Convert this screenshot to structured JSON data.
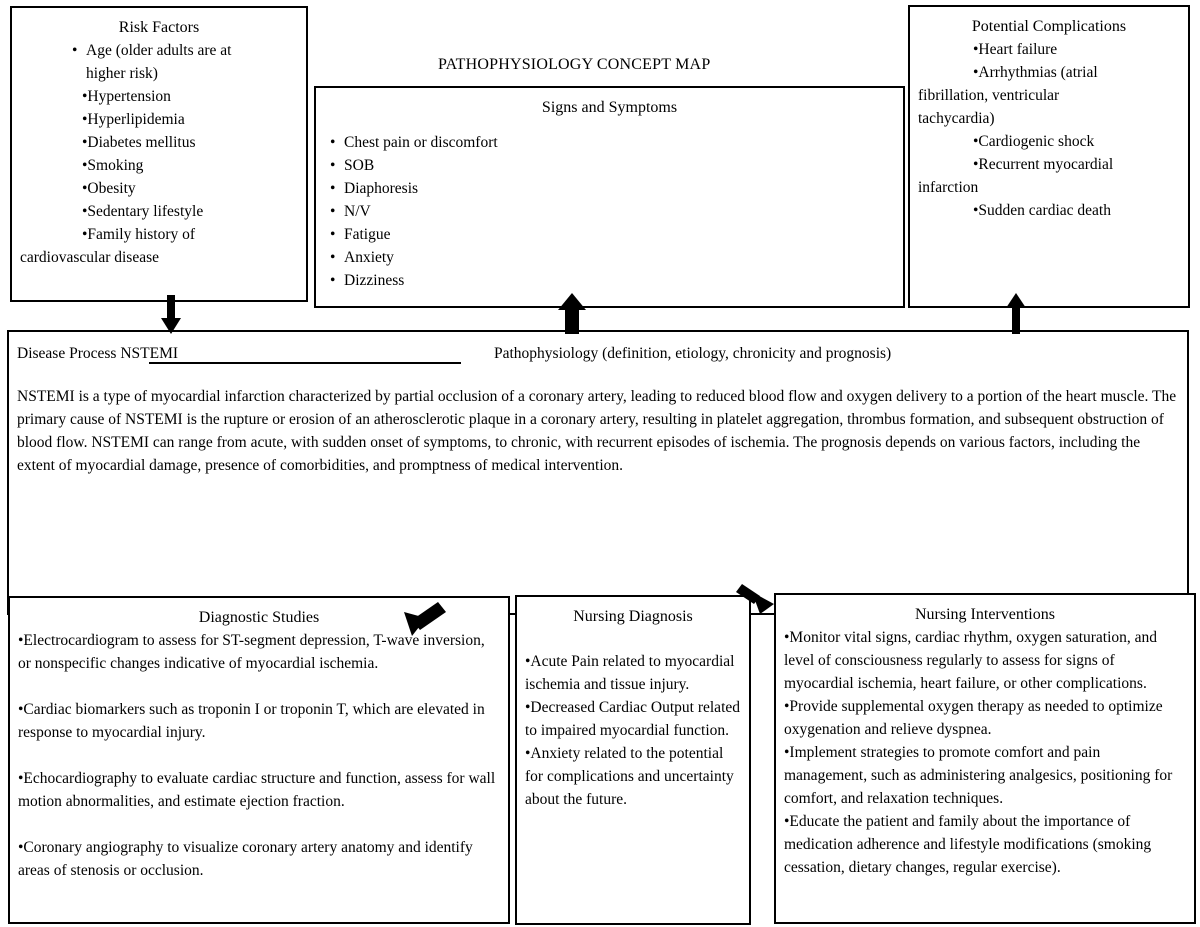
{
  "page_title": "PATHOPHYSIOLOGY CONCEPT MAP",
  "risk_factors": {
    "title": "Risk Factors",
    "age_line1": "Age (older adults are at",
    "age_line2": "higher risk)",
    "items": [
      "•Hypertension",
      "•Hyperlipidemia",
      "•Diabetes mellitus",
      "•Smoking",
      "•Obesity",
      "•Sedentary lifestyle",
      "•Family history of"
    ],
    "last_line": "cardiovascular disease"
  },
  "signs_symptoms": {
    "title": "Signs and Symptoms",
    "items": [
      "Chest pain or discomfort",
      "SOB",
      "Diaphoresis",
      "N/V",
      "Fatigue",
      "Anxiety",
      "Dizziness"
    ]
  },
  "complications": {
    "title": "Potential Complications",
    "item1": "•Heart failure",
    "item2_a": "•Arrhythmias (atrial",
    "item2_b": "fibrillation, ventricular",
    "item2_c": "tachycardia)",
    "item3": "•Cardiogenic shock",
    "item4_a": "•Recurrent myocardial",
    "item4_b": "infarction",
    "item5": "•Sudden cardiac death"
  },
  "disease_process": {
    "label": "Disease Process ",
    "name": "NSTEMI",
    "patho_heading": "Pathophysiology (definition, etiology, chronicity and prognosis)",
    "description": "NSTEMI is a type of myocardial infarction characterized by partial occlusion of a coronary artery, leading to reduced blood flow and oxygen delivery to a portion of the heart muscle. The primary cause of NSTEMI is the rupture or erosion of an atherosclerotic plaque in a coronary artery, resulting in platelet aggregation, thrombus formation, and subsequent obstruction of blood flow. NSTEMI can range from acute, with sudden onset of symptoms, to chronic, with recurrent episodes of ischemia. The prognosis depends on various factors, including the extent of myocardial damage, presence of comorbidities, and promptness of medical intervention."
  },
  "diagnostic_studies": {
    "title": "Diagnostic Studies",
    "p1": "•Electrocardiogram to assess for ST-segment depression, T-wave inversion, or nonspecific changes indicative of myocardial ischemia.",
    "p2": "•Cardiac biomarkers such as troponin I or troponin T, which are elevated in response to myocardial injury.",
    "p3": "•Echocardiography to evaluate cardiac structure and function, assess for wall motion abnormalities, and estimate ejection fraction.",
    "p4": "•Coronary angiography to visualize coronary artery anatomy and identify areas of stenosis or occlusion."
  },
  "nursing_diagnosis": {
    "title": "Nursing Diagnosis",
    "p1": "•Acute Pain related to myocardial ischemia and tissue injury.",
    "p2": "•Decreased Cardiac Output related to impaired myocardial function.",
    "p3": "•Anxiety related to the potential for complications and uncertainty about the future."
  },
  "nursing_interventions": {
    "title": "Nursing Interventions",
    "p1": "•Monitor vital signs, cardiac rhythm, oxygen saturation, and level of consciousness regularly to assess for signs of myocardial ischemia, heart failure, or other complications.",
    "p2": "•Provide supplemental oxygen therapy as needed to optimize oxygenation and relieve dyspnea.",
    "p3": "•Implement strategies to promote comfort and pain management, such as administering analgesics, positioning for comfort, and relaxation techniques.",
    "p4": "•Educate the patient and family about the importance of medication adherence and lifestyle modifications (smoking cessation, dietary changes, regular exercise)."
  }
}
